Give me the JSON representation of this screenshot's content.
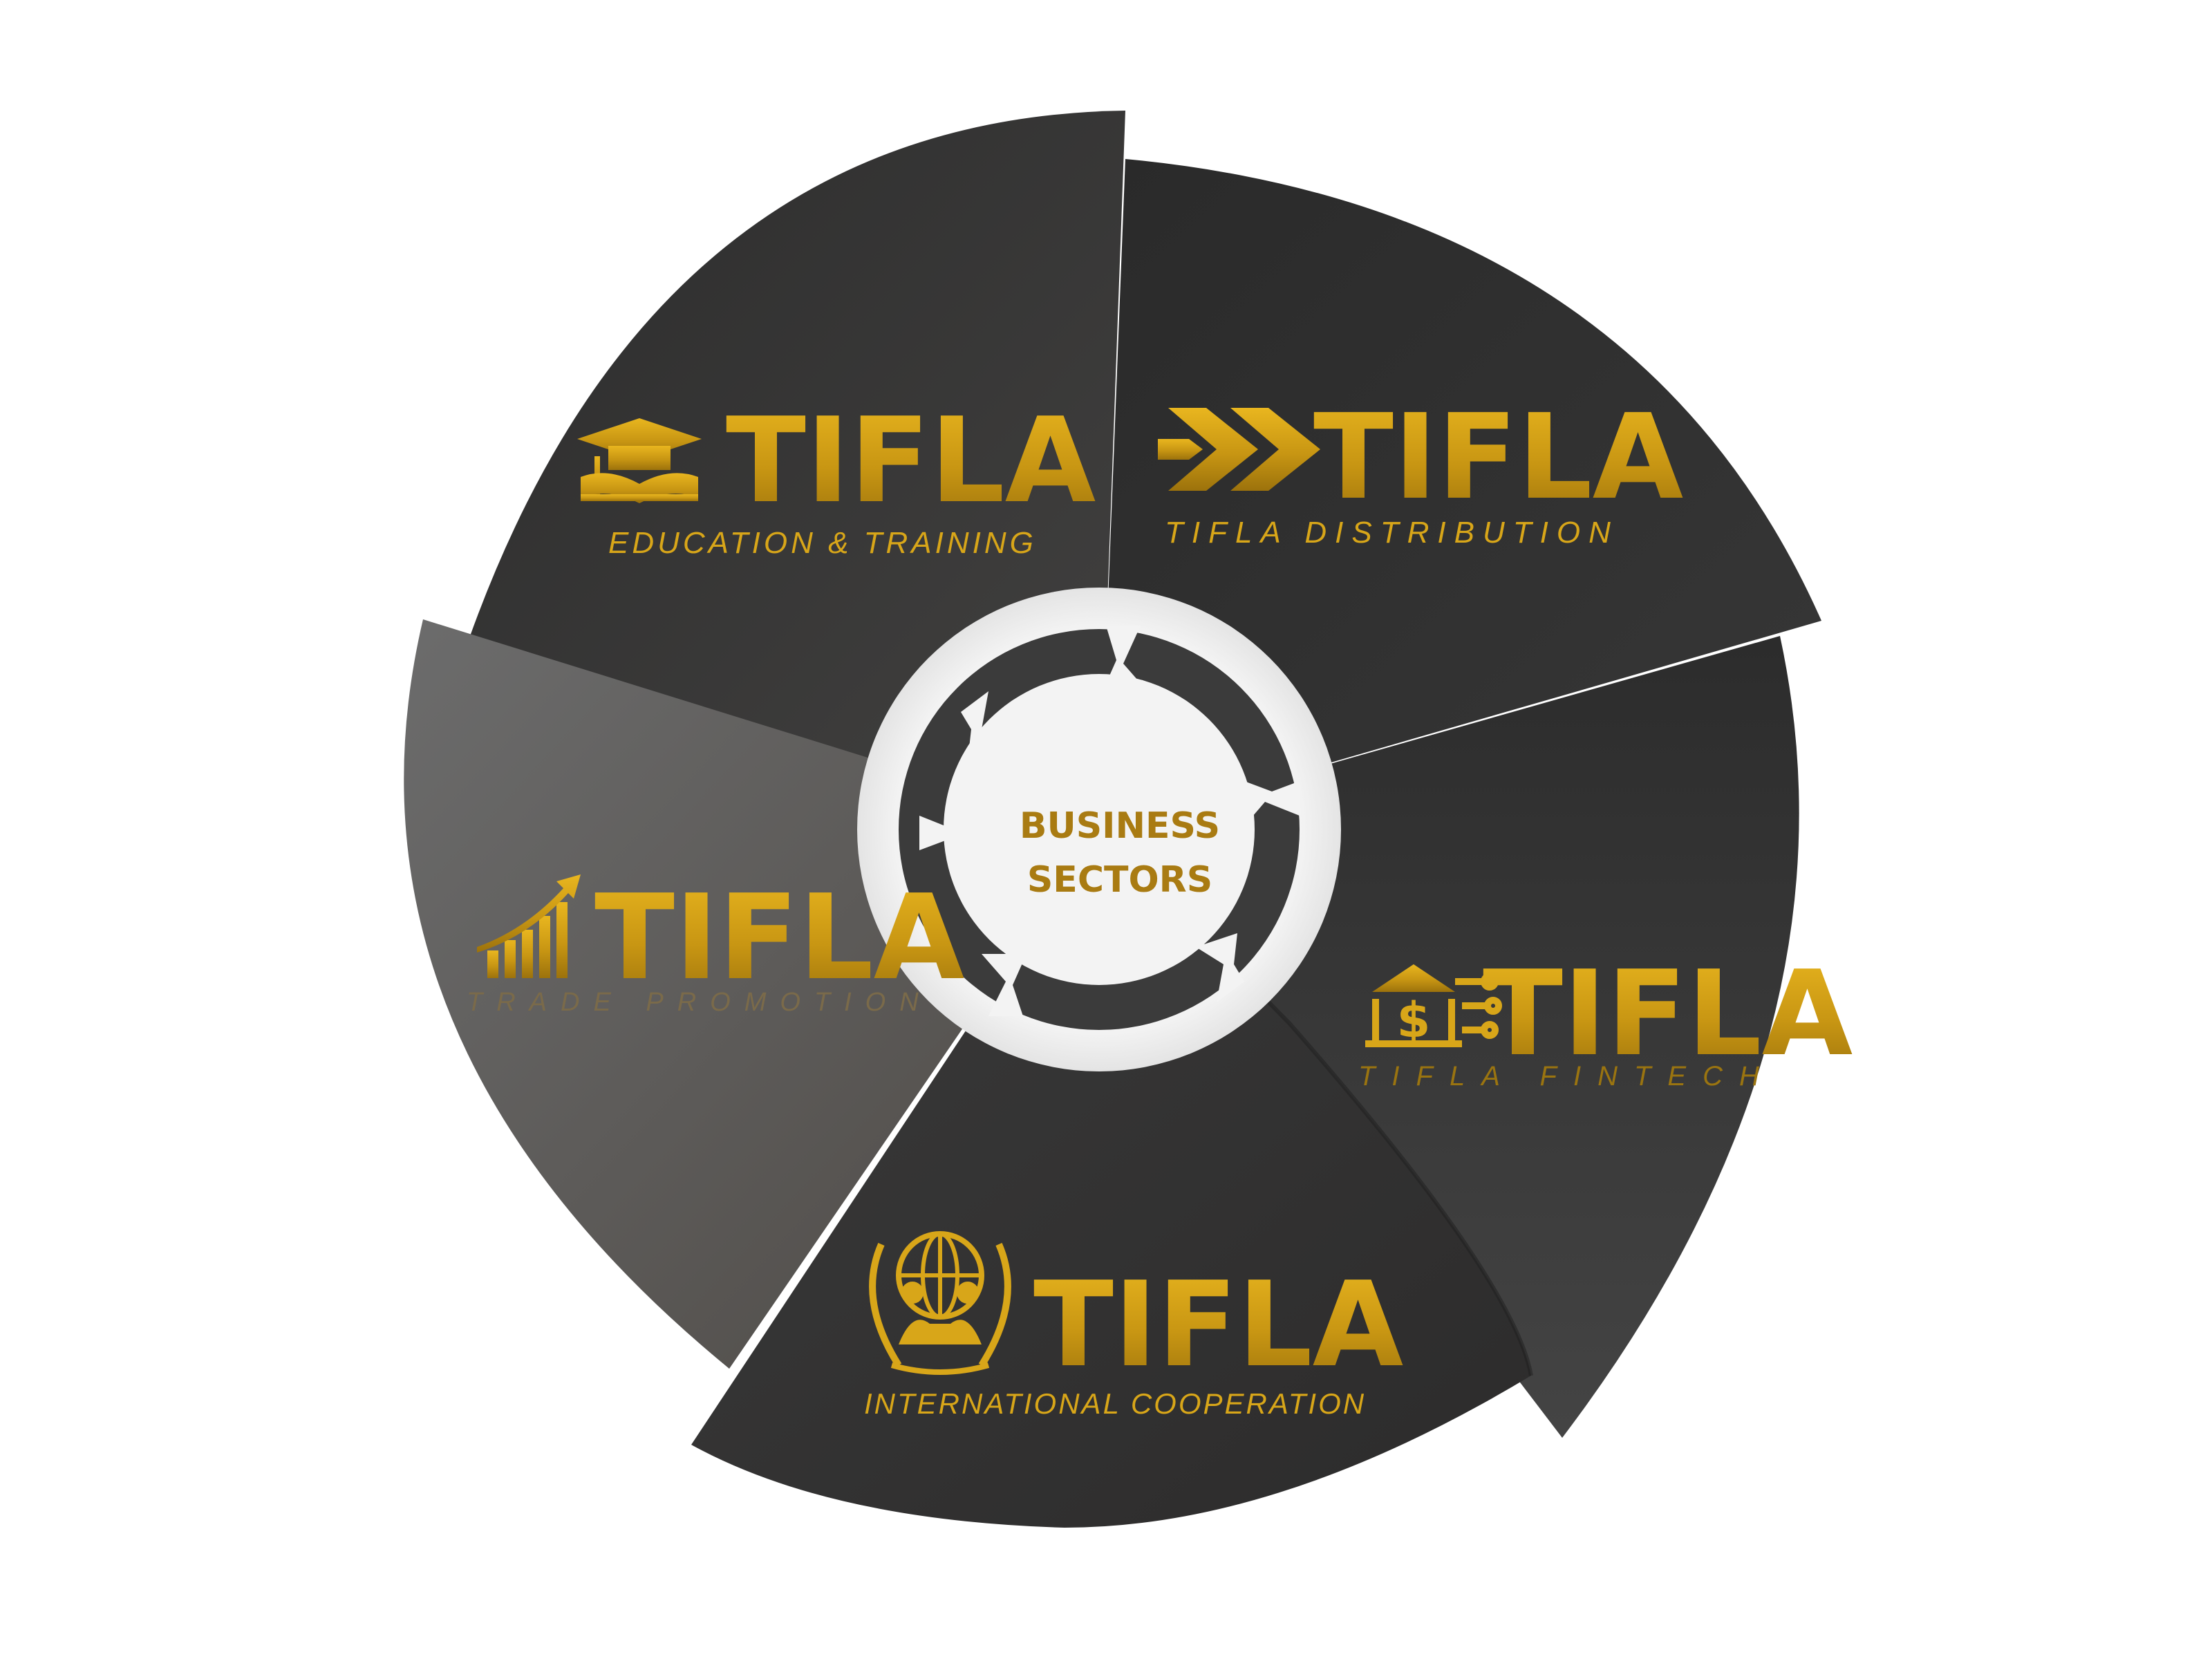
{
  "center": {
    "line1": "BUSINESS",
    "line2": "SECTORS"
  },
  "colors": {
    "gold": "#d8a619",
    "gold_dark": "#9a7410",
    "center_text": "#a97b12",
    "segment_dark": "#2e2e2e",
    "segment_mid": "#3c3b3b",
    "segment_warm": "#5e5954",
    "center_ring": "#f2f2f2"
  },
  "sectors": [
    {
      "key": "education",
      "brand": "TIFLA",
      "subtitle": "EDUCATION & TRAINING",
      "icon": "graduation-book-icon"
    },
    {
      "key": "distribution",
      "brand": "TIFLA",
      "subtitle": "TIFLA DISTRIBUTION",
      "icon": "chevrons-right-icon"
    },
    {
      "key": "fintech",
      "brand": "TIFLA",
      "subtitle": "TIFLA FINTECH",
      "icon": "bank-circuit-icon"
    },
    {
      "key": "cooperation",
      "brand": "TIFLA",
      "subtitle": "INTERNATIONAL COOPERATION",
      "icon": "globe-handshake-laurel-icon"
    },
    {
      "key": "trade",
      "brand": "TIFLA",
      "subtitle": "TRADE PROMOTION",
      "icon": "growth-chart-arrow-icon"
    }
  ]
}
